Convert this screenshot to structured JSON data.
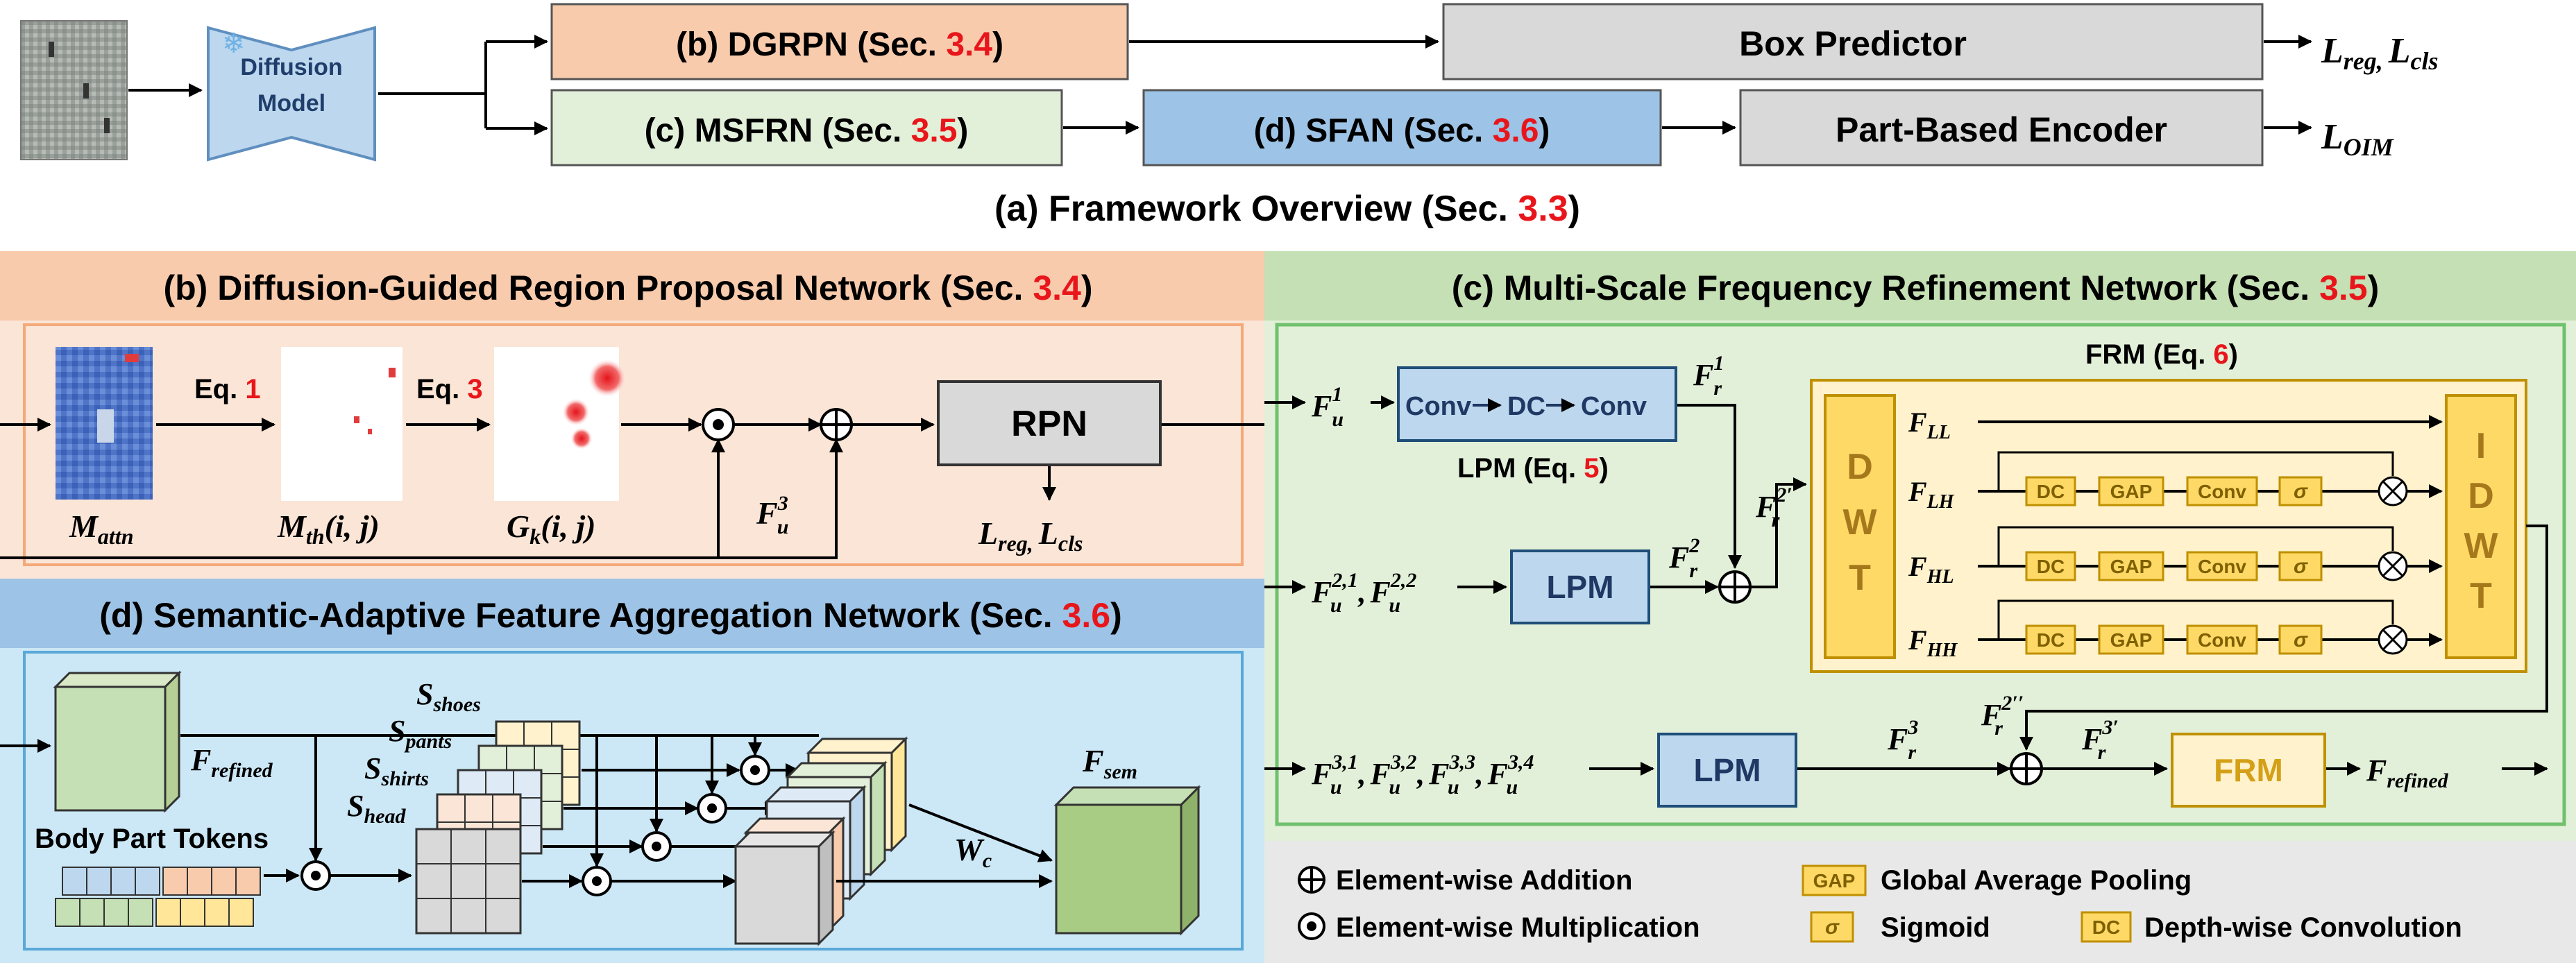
{
  "overview": {
    "caption_prefix": "(a) Framework Overview (Sec. ",
    "caption_ref": "3.3",
    "caption_suffix": ")",
    "diffusion_label_1": "Diffusion",
    "diffusion_label_2": "Model",
    "dgrpn_prefix": "(b) DGRPN (Sec. ",
    "dgrpn_ref": "3.4",
    "msfrn_prefix": "(c) MSFRN (Sec. ",
    "msfrn_ref": "3.5",
    "sfan_prefix": "(d) SFAN (Sec. ",
    "sfan_ref": "3.6",
    "close_paren": ")",
    "box_predictor": "Box Predictor",
    "part_encoder": "Part-Based Encoder",
    "out_reg": "L",
    "out_reg_sub": "reg,",
    "out_cls": "L",
    "out_cls_sub": "cls",
    "out_oim": "L",
    "out_oim_sub": "OIM"
  },
  "panel_b": {
    "title_prefix": "(b) Diffusion-Guided Region Proposal Network (Sec. ",
    "title_ref": "3.4",
    "title_suffix": ")",
    "eq1_prefix": "Eq. ",
    "eq1_ref": "1",
    "eq3_prefix": "Eq. ",
    "eq3_ref": "3",
    "m_attn": "M",
    "m_attn_sub": "attn",
    "m_th": "M",
    "m_th_sub": "th",
    "m_th_args": "(i, j)",
    "g_k": "G",
    "g_k_sub": "k",
    "g_k_args": "(i, j)",
    "f_u3": "F",
    "f_u3_sub": "u",
    "f_u3_sup": "3",
    "rpn": "RPN",
    "loss_L": "L",
    "loss_reg_sub": "reg,",
    "loss_L2": "L",
    "loss_cls_sub": "cls"
  },
  "panel_c": {
    "title_prefix": "(c) Multi-Scale Frequency Refinement Network (Sec. ",
    "title_ref": "3.5",
    "title_suffix": ")",
    "conv1": "Conv",
    "dc": "DC",
    "conv2": "Conv",
    "lpm_eq_prefix": "LPM (Eq. ",
    "lpm_eq_ref": "5",
    "frm_eq_prefix": "FRM (Eq. ",
    "frm_eq_ref": "6",
    "lpm2": "LPM",
    "lpm3": "LPM",
    "frm": "FRM",
    "dwt": [
      "D",
      "W",
      "T"
    ],
    "idwt": [
      "I",
      "D",
      "W",
      "T"
    ],
    "bands": [
      "LL",
      "LH",
      "HL",
      "HH"
    ],
    "chain": [
      "DC",
      "GAP",
      "Conv",
      "σ"
    ],
    "F": "F",
    "f_u1_inputs": "u",
    "refined": "refined",
    "in2_text": "F",
    "sup_1": "1",
    "sup_2": "2",
    "sup_3": "3",
    "sup_21": "2,1",
    "sup_22": "2,2",
    "sup_31": "3,1",
    "sup_32": "3,2",
    "sup_33": "3,3",
    "sup_34": "3,4",
    "sub_u": "u",
    "sub_r": "r",
    "prime": "′",
    "dprime": "′′",
    "comma": ","
  },
  "panel_d": {
    "title_prefix": "(d) Semantic-Adaptive Feature Aggregation Network (Sec. ",
    "title_ref": "3.6",
    "title_suffix": ")",
    "f_refined": "F",
    "f_refined_sub": "refined",
    "s": "S",
    "s_shoes": "shoes",
    "s_pants": "pants",
    "s_shirts": "shirts",
    "s_head": "head",
    "body_tokens": "Body Part Tokens",
    "f_sem": "F",
    "f_sem_sub": "sem",
    "w_c": "W",
    "w_c_sub": "c"
  },
  "legend": {
    "add": "Element-wise Addition",
    "mult": "Element-wise Multiplication",
    "gap_tag": "GAP",
    "gap": "Global Average Pooling",
    "sigma_tag": "σ",
    "sigmoid": "Sigmoid",
    "dc_tag": "DC",
    "dc": "Depth-wise Convolution"
  },
  "colors": {
    "orange_fill": "#fbe5d6",
    "orange_head": "#f8cbad",
    "green_fill": "#e2f0d9",
    "green_head": "#c5e0b4",
    "green_border": "#70c16d",
    "blue_fill": "#cce8f6",
    "blue_head": "#9dc3e6",
    "lpm_fill": "#bdd7ee",
    "lpm_border": "#1f4e79",
    "yellow_fill": "#ffe699",
    "yellow_border": "#bf9000",
    "gray_fill": "#d9d9d9",
    "red_ref": "#e8161b"
  }
}
